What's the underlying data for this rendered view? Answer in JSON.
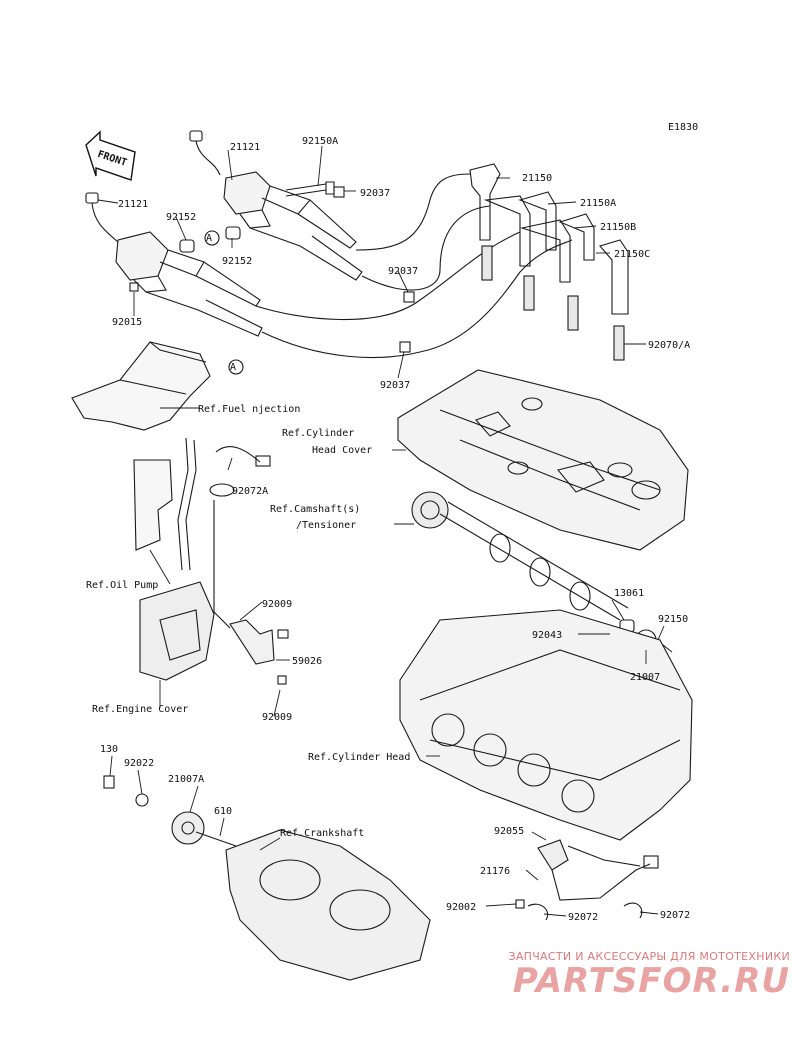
{
  "diagram_code": "E1830",
  "front_label": "FRONT",
  "part_numbers": {
    "p21121_a": "21121",
    "p21121_b": "21121",
    "p92150A": "92150A",
    "p92037_a": "92037",
    "p92037_b": "92037",
    "p92037_c": "92037",
    "p92152_a": "92152",
    "p92152_b": "92152",
    "p92015": "92015",
    "p21150": "21150",
    "p21150A": "21150A",
    "p21150B": "21150B",
    "p21150C": "21150C",
    "p92070A": "92070/A",
    "p92072A": "92072A",
    "p92009_a": "92009",
    "p92009_b": "92009",
    "p59026": "59026",
    "p13061": "13061",
    "p92150": "92150",
    "p92043": "92043",
    "p21007": "21007",
    "p130": "130",
    "p92022": "92022",
    "p21007A": "21007A",
    "p610": "610",
    "p92055": "92055",
    "p21176": "21176",
    "p92002": "92002",
    "p92072_a": "92072",
    "p92072_b": "92072"
  },
  "callout_a_1": "A",
  "callout_a_2": "A",
  "references": {
    "fuel_injection": "Ref.Fuel  njection",
    "cylinder_head_cover_1": "Ref.Cylinder",
    "cylinder_head_cover_2": "Head Cover",
    "camshaft_1": "Ref.Camshaft(s)",
    "camshaft_2": "/Tensioner",
    "oil_pump": "Ref.Oil Pump",
    "engine_cover": "Ref.Engine Cover",
    "cylinder_head": "Ref.Cylinder Head",
    "crankshaft": "Ref.Crankshaft"
  },
  "watermark": {
    "tagline": "ЗАПЧАСТИ И АКСЕССУАРЫ ДЛЯ МОТОТЕХНИКИ",
    "logo": "PARTSFOR.RU"
  }
}
